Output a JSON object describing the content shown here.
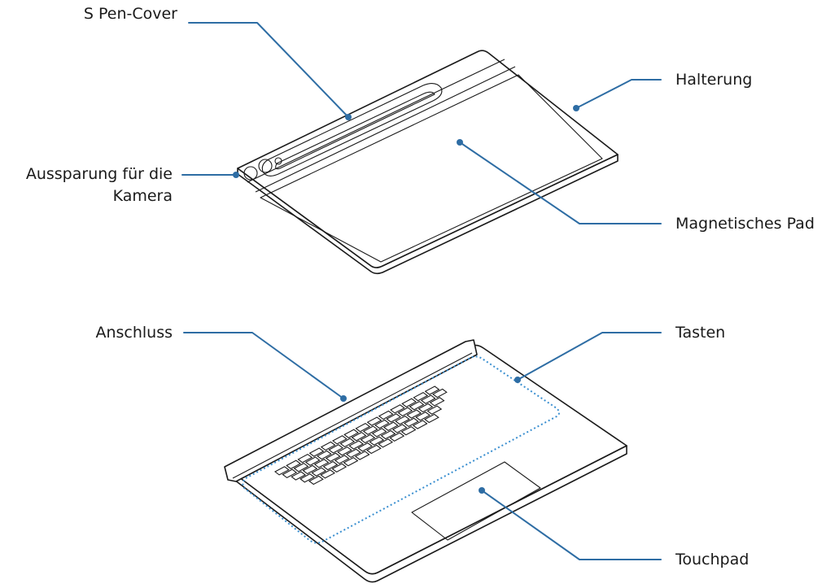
{
  "colors": {
    "callout": "#2e6da4",
    "key_area_outline": "#3a8fd0",
    "device_outline": "#1a1a1a"
  },
  "labels": {
    "s_pen_cover": "S Pen-Cover",
    "halterung": "Halterung",
    "camera_cutout_line1": "Aussparung für die",
    "camera_cutout_line2": "Kamera",
    "magnetic_pad": "Magnetisches Pad",
    "anschluss": "Anschluss",
    "tasten": "Tasten",
    "touchpad": "Touchpad"
  }
}
